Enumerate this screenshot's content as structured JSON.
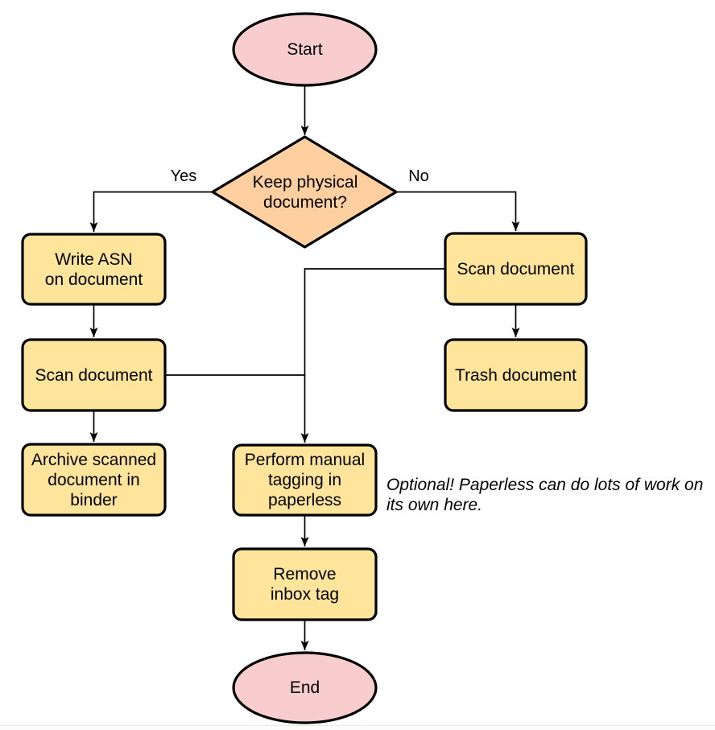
{
  "diagram": {
    "nodes": {
      "start": {
        "label": "Start",
        "type": "terminal"
      },
      "decision": {
        "label": "Keep physical\ndocument?",
        "type": "decision"
      },
      "write_asn": {
        "label": "Write ASN\non document",
        "type": "process"
      },
      "scan_left": {
        "label": "Scan document",
        "type": "process"
      },
      "archive": {
        "label": "Archive scanned\ndocument in\nbinder",
        "type": "process"
      },
      "scan_right": {
        "label": "Scan document",
        "type": "process"
      },
      "trash": {
        "label": "Trash document",
        "type": "process"
      },
      "perform_tagging": {
        "label": "Perform manual\ntagging in\npaperless",
        "type": "process"
      },
      "remove_inbox": {
        "label": "Remove\ninbox tag",
        "type": "process"
      },
      "end": {
        "label": "End",
        "type": "terminal"
      }
    },
    "edge_labels": {
      "yes": "Yes",
      "no": "No"
    },
    "note": "Optional! Paperless can do lots of work on\nits own here.",
    "colors": {
      "terminal_fill": "#f9cdcd",
      "decision_fill": "#ffcf9f",
      "process_fill": "#ffe49b",
      "stroke": "#000000",
      "connector": "#000000"
    }
  }
}
